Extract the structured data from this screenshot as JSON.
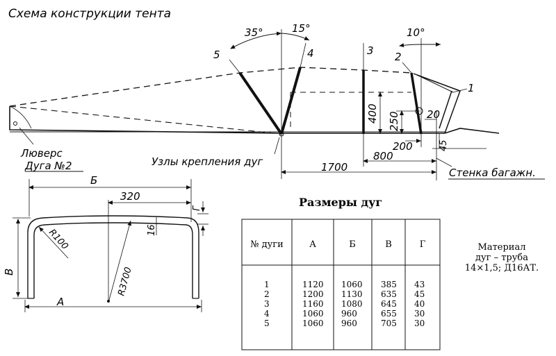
{
  "title": "Схема конструкции тента",
  "side_view": {
    "arc_numbers": [
      "1",
      "2",
      "3",
      "4",
      "5"
    ],
    "angles": {
      "a35": "35°",
      "a15": "15°",
      "a10": "10°"
    },
    "dims": {
      "d400": "400",
      "d250": "250",
      "d20": "20",
      "d200": "200",
      "d45": "45",
      "d800": "800",
      "d1700": "1700"
    },
    "labels": {
      "grommet": "Люверс",
      "arc2": "Дуга №2",
      "mount_nodes": "Узлы крепления дуг",
      "trunk_wall": "Стенка багажн."
    }
  },
  "arc_detail": {
    "B": "Б",
    "A": "А",
    "V": "В",
    "G": "Г",
    "d320": "320",
    "d16": "16",
    "R100": "R100",
    "R3700": "R3700"
  },
  "table": {
    "title": "Размеры дуг",
    "headers": [
      "№ дуги",
      "А",
      "Б",
      "В",
      "Г"
    ],
    "rows": [
      [
        "1",
        "1120",
        "1060",
        "385",
        "43"
      ],
      [
        "2",
        "1200",
        "1130",
        "635",
        "45"
      ],
      [
        "3",
        "1160",
        "1080",
        "645",
        "40"
      ],
      [
        "4",
        "1060",
        "960",
        "655",
        "30"
      ],
      [
        "5",
        "1060",
        "960",
        "705",
        "30"
      ]
    ]
  },
  "material": {
    "line1": "Материал",
    "line2": "дуг – труба",
    "line3": "14×1,5; Д16АТ."
  }
}
